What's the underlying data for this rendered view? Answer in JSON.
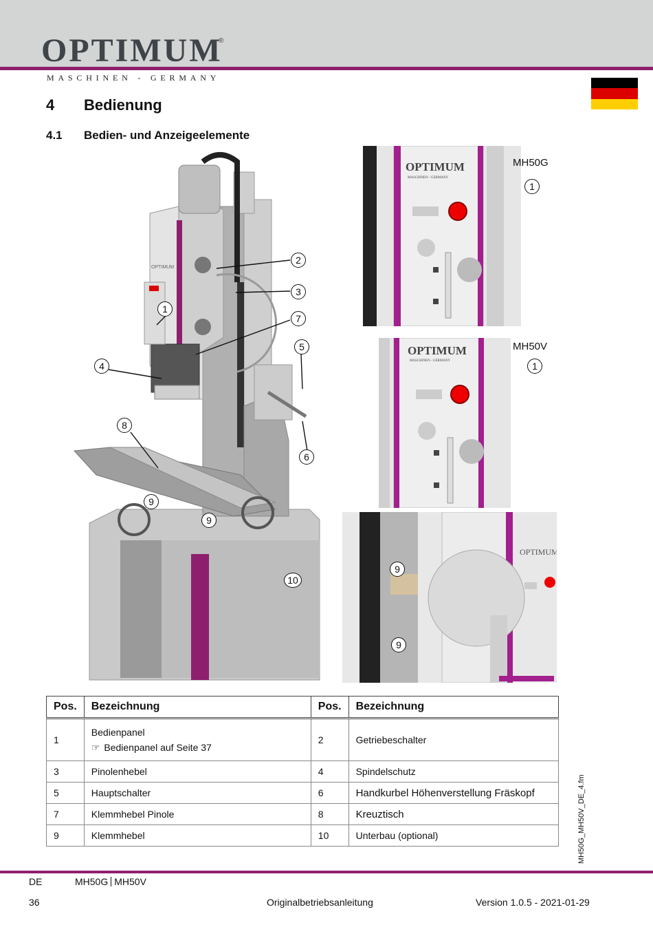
{
  "header": {
    "logo": "OPTIMUM",
    "logo_reg": "®",
    "logo_sub": "MASCHINEN - GERMANY",
    "flag_colors": [
      "#000000",
      "#dd0000",
      "#ffce00"
    ]
  },
  "section": {
    "number": "4",
    "title": "Bedienung"
  },
  "subsection": {
    "number": "4.1",
    "title": "Bedien- und Anzeigeelemente"
  },
  "figures": {
    "main_callouts": [
      "1",
      "2",
      "3",
      "4",
      "5",
      "6",
      "7",
      "8",
      "9",
      "9",
      "10"
    ],
    "panel_g": {
      "model": "MH50G",
      "callout": "1",
      "brand": "OPTIMUM",
      "brand_sub": "MASCHINEN - GERMANY"
    },
    "panel_v": {
      "model": "MH50V",
      "callout": "1",
      "brand": "OPTIMUM",
      "brand_sub": "MASCHINEN - GERMANY"
    },
    "side_view": {
      "callouts": [
        "9",
        "9"
      ],
      "brand": "OPTIMUM"
    },
    "main_brand": "OPTIMUM"
  },
  "table": {
    "headers": [
      "Pos.",
      "Bezeichnung",
      "Pos.",
      "Bezeichnung"
    ],
    "rows": [
      {
        "pos1": "1",
        "name1": "Bedienpanel",
        "ref_icon": "☞",
        "ref": "Bedienpanel auf Seite 37",
        "pos2": "2",
        "name2": "Getriebeschalter"
      },
      {
        "pos1": "3",
        "name1": "Pinolenhebel",
        "pos2": "4",
        "name2": "Spindelschutz"
      },
      {
        "pos1": "5",
        "name1": "Hauptschalter",
        "pos2": "6",
        "name2": "Handkurbel Höhenverstellung Fräskopf"
      },
      {
        "pos1": "7",
        "name1": "Klemmhebel Pinole",
        "pos2": "8",
        "name2": "Kreuztisch"
      },
      {
        "pos1": "9",
        "name1": "Klemmhebel",
        "pos2": "10",
        "name2": "Unterbau (optional)"
      }
    ]
  },
  "side_text": "MH50G_MH50V_DE_4.fm",
  "footer": {
    "lang": "DE",
    "model_a": "MH50G",
    "model_b": "MH50V",
    "page": "36",
    "doc": "Originalbetriebsanleitung",
    "version": "Version 1.0.5 - 2021-01-29"
  }
}
